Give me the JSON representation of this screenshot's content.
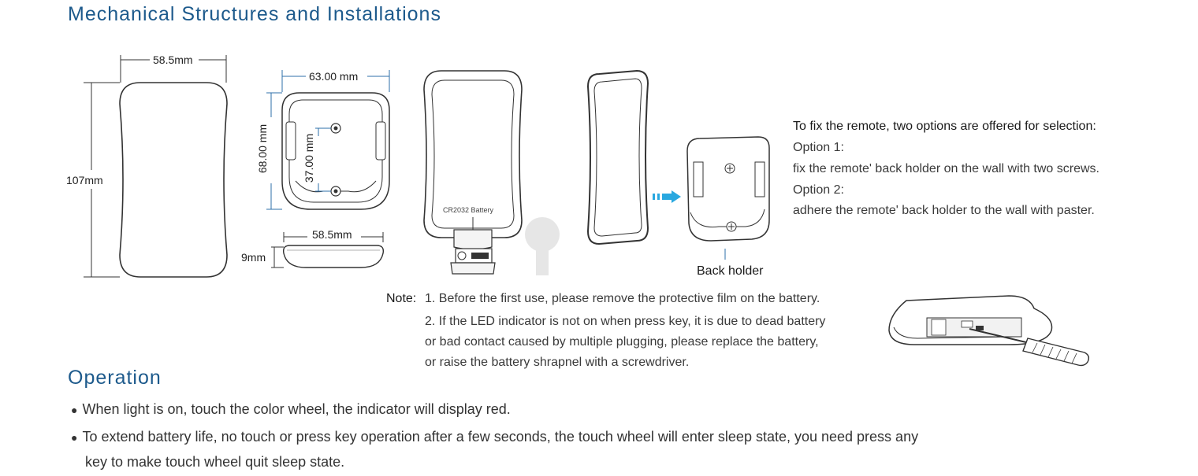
{
  "headings": {
    "mechanical": "Mechanical Structures and Installations",
    "operation": "Operation"
  },
  "dimensions": {
    "front_width": "58.5mm",
    "front_height": "107mm",
    "holder_width": "63.00 mm",
    "holder_height": "68.00 mm",
    "screw_spacing": "37.00 mm",
    "side_width": "58.5mm",
    "side_thickness": "9mm"
  },
  "labels": {
    "battery": "CR2032 Battery",
    "back_holder": "Back holder"
  },
  "fixing": {
    "title": "To fix the remote, two options are offered for selection:",
    "option1_label": "Option 1:",
    "option1_text": "fix the remote' back holder on the wall with two screws.",
    "option2_label": "Option 2:",
    "option2_text": "adhere the remote' back holder to the wall with paster."
  },
  "note": {
    "label": "Note:",
    "line1": "1. Before the first use, please remove the protective film on the battery.",
    "line2": "2. If the LED indicator is not on when press key, it is due to dead battery",
    "line3": "or bad contact caused by multiple plugging, please replace the battery,",
    "line4": "or raise the battery shrapnel with a screwdriver."
  },
  "operation": {
    "bullet1": "When light is on, touch the color wheel, the indicator will display red.",
    "bullet2_line1": "To extend battery life, no touch or press key operation after a few seconds, the touch wheel will enter sleep state, you need press any",
    "bullet2_line2": "key to make touch wheel quit sleep state."
  },
  "colors": {
    "heading": "#1d5a8c",
    "dimension_line": "#2e6fa8",
    "arrow": "#29a8e0"
  }
}
